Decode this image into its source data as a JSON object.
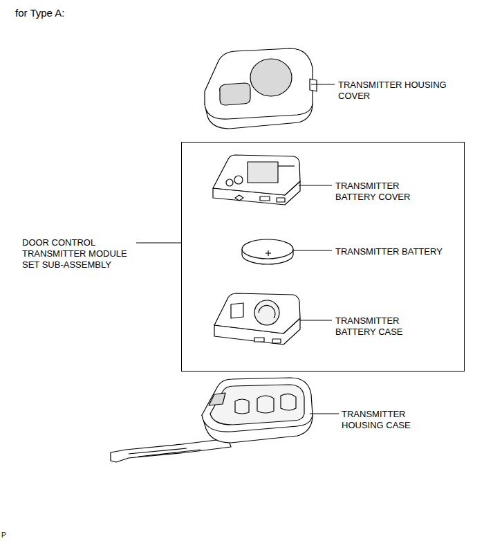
{
  "diagram": {
    "title": "for Type A:",
    "nodes": [
      {
        "text": [
          "TRANSMITTER BATTERY COVER",
          "TRANSMITTER BATTERY",
          "TRANSMITTER BATTERY CASE"
        ]
      }
    ],
    "labels": [
      "TRANSMITTER HOUSING COVER",
      "DOOR CONTROL TRANSMITTER MODULE SET SUB-ASSEMBLY",
      "TRANSMITTER HOUSING CASE",
      "P"
    ]
  }
}
